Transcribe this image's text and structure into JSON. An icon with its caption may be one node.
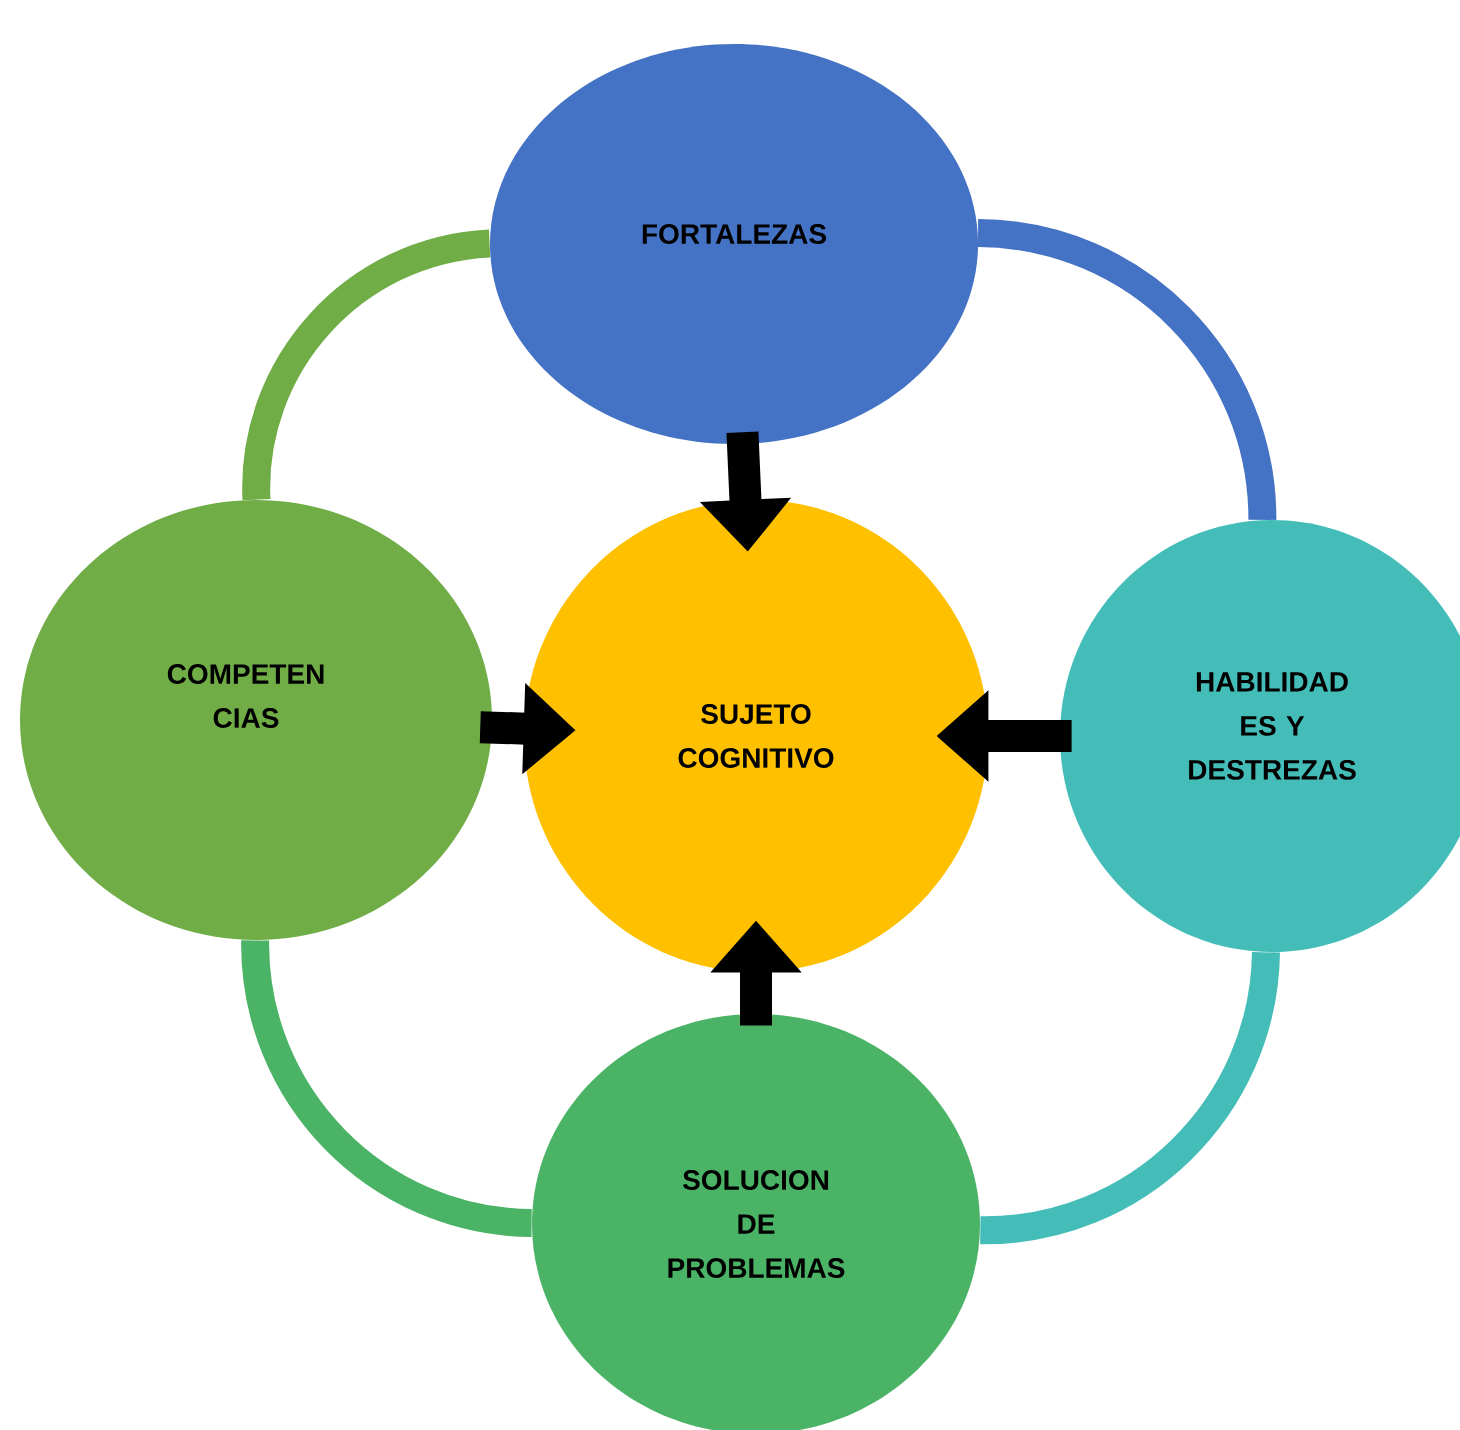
{
  "diagram": {
    "nodes": [
      {
        "text": [
          "FORTALEZAS"
        ]
      },
      {
        "text": [
          "COMPETEN CIAS"
        ]
      },
      {
        "text": [
          "SUJETO COGNITIVO"
        ]
      },
      {
        "text": [
          "HABILIDAD ES Y DESTREZAS"
        ]
      },
      {
        "text": [
          "SOLUCION DE PROBLEMAS"
        ]
      }
    ],
    "edges": [
      {
        "from": 0,
        "to": 2,
        "arrow": "to"
      },
      {
        "from": 1,
        "to": 2,
        "arrow": "to"
      },
      {
        "from": 3,
        "to": 2,
        "arrow": "to"
      },
      {
        "from": 4,
        "to": 2,
        "arrow": "to"
      },
      {
        "from": 0,
        "to": 3,
        "arrow": "none",
        "color": "#4472c4"
      },
      {
        "from": 3,
        "to": 4,
        "arrow": "none",
        "color": "#44bdb8"
      },
      {
        "from": 4,
        "to": 1,
        "arrow": "none",
        "color": "#4ab366"
      },
      {
        "from": 1,
        "to": 0,
        "arrow": "none",
        "color": "#70ad47"
      }
    ]
  }
}
